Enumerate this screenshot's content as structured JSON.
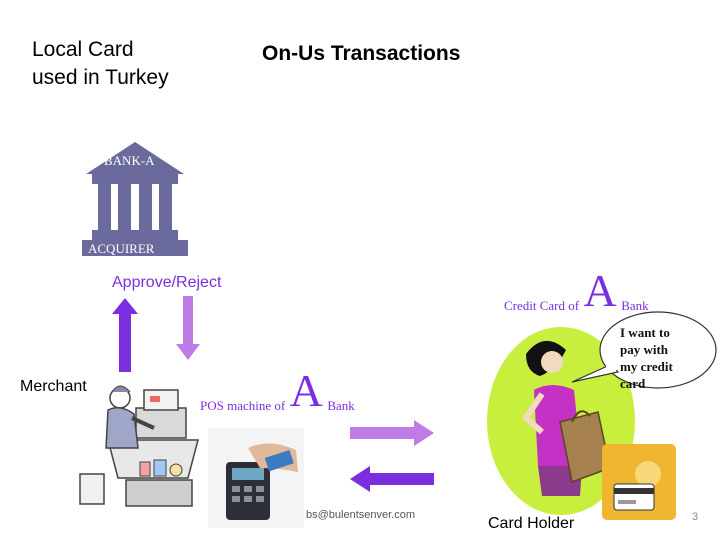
{
  "header": {
    "left_title_line1": "Local Card",
    "left_title_line2": "used in Turkey",
    "main_title": "On-Us Transactions"
  },
  "bank": {
    "top_label": "BANK-A",
    "bottom_label": "ACQUIRER",
    "icon": "bank-building-icon",
    "color": "#6a6a9c"
  },
  "flow": {
    "approve_reject": "Approve/Reject",
    "up_arrow_color": "#7b2ee0",
    "down_arrow_color": "#c07ce6"
  },
  "merchant": {
    "label": "Merchant",
    "icon": "merchant-at-register-icon"
  },
  "pos": {
    "prefix": "POS machine of",
    "letter": "A",
    "suffix": "Bank",
    "icon": "card-swipe-terminal-icon"
  },
  "credit_card": {
    "prefix": "Credit Card of",
    "letter": "A",
    "suffix": "Bank",
    "icon": "credit-card-icon",
    "card_color": "#f0b531"
  },
  "speech": {
    "line1": "I want to",
    "line2": "pay with",
    "line3": "my credit",
    "line4": "card"
  },
  "cardholder": {
    "label": "Card Holder",
    "icon": "woman-with-bag-icon",
    "circle_color": "#c8ef3e"
  },
  "exchange_arrows": {
    "right_arrow_color": "#c07ce6",
    "left_arrow_color": "#7b2ee0"
  },
  "footer": {
    "email": "bs@bulentsenver.com",
    "page_number": "3"
  }
}
